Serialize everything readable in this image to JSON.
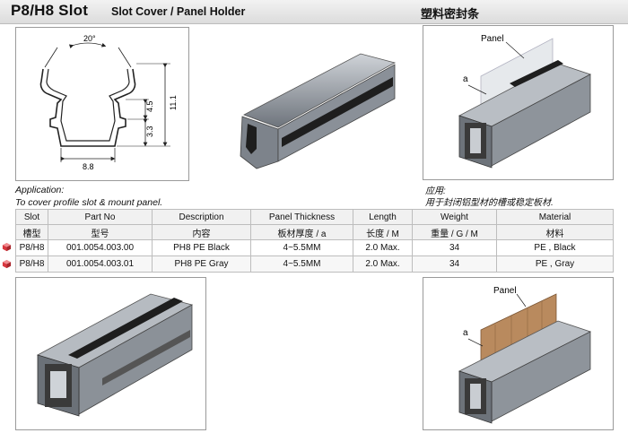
{
  "header": {
    "title": "P8/H8 Slot",
    "subtitle": "Slot Cover / Panel Holder",
    "title_cn": "塑料密封条"
  },
  "drawing": {
    "angle": "20°",
    "dim_width": "8.8",
    "dim_45": "4.5",
    "dim_33": "3.3",
    "dim_111": "11.1"
  },
  "views": {
    "panel_label_top": "Panel",
    "a_label_top": "a",
    "panel_label_bottom": "Panel",
    "a_label_bottom": "a"
  },
  "application": {
    "title": "Application:",
    "text": "To cover profile slot & mount panel.",
    "title_cn": "应用:",
    "text_cn": "用于封闭铝型材的槽或稳定板材."
  },
  "table": {
    "headers": [
      "Slot",
      "Part No",
      "Description",
      "Panel Thickness",
      "Length",
      "Weight",
      "Material"
    ],
    "headers_cn": [
      "槽型",
      "型号",
      "内容",
      "板材厚度  / a",
      "长度 / M",
      "重量  / G / M",
      "材料"
    ],
    "rows": [
      [
        "P8/H8",
        "001.0054.003.00",
        "PH8 PE Black",
        "4~5.5MM",
        "2.0 Max.",
        "34",
        "PE , Black"
      ],
      [
        "P8/H8",
        "001.0054.003.01",
        "PH8 PE Gray",
        "4~5.5MM",
        "2.0 Max.",
        "34",
        "PE , Gray"
      ]
    ]
  },
  "colors": {
    "bullet": "#d9363e",
    "profile_metal": "#9aa0a8",
    "strip_black": "#1e1e1e",
    "wood": "#b98a5e"
  }
}
